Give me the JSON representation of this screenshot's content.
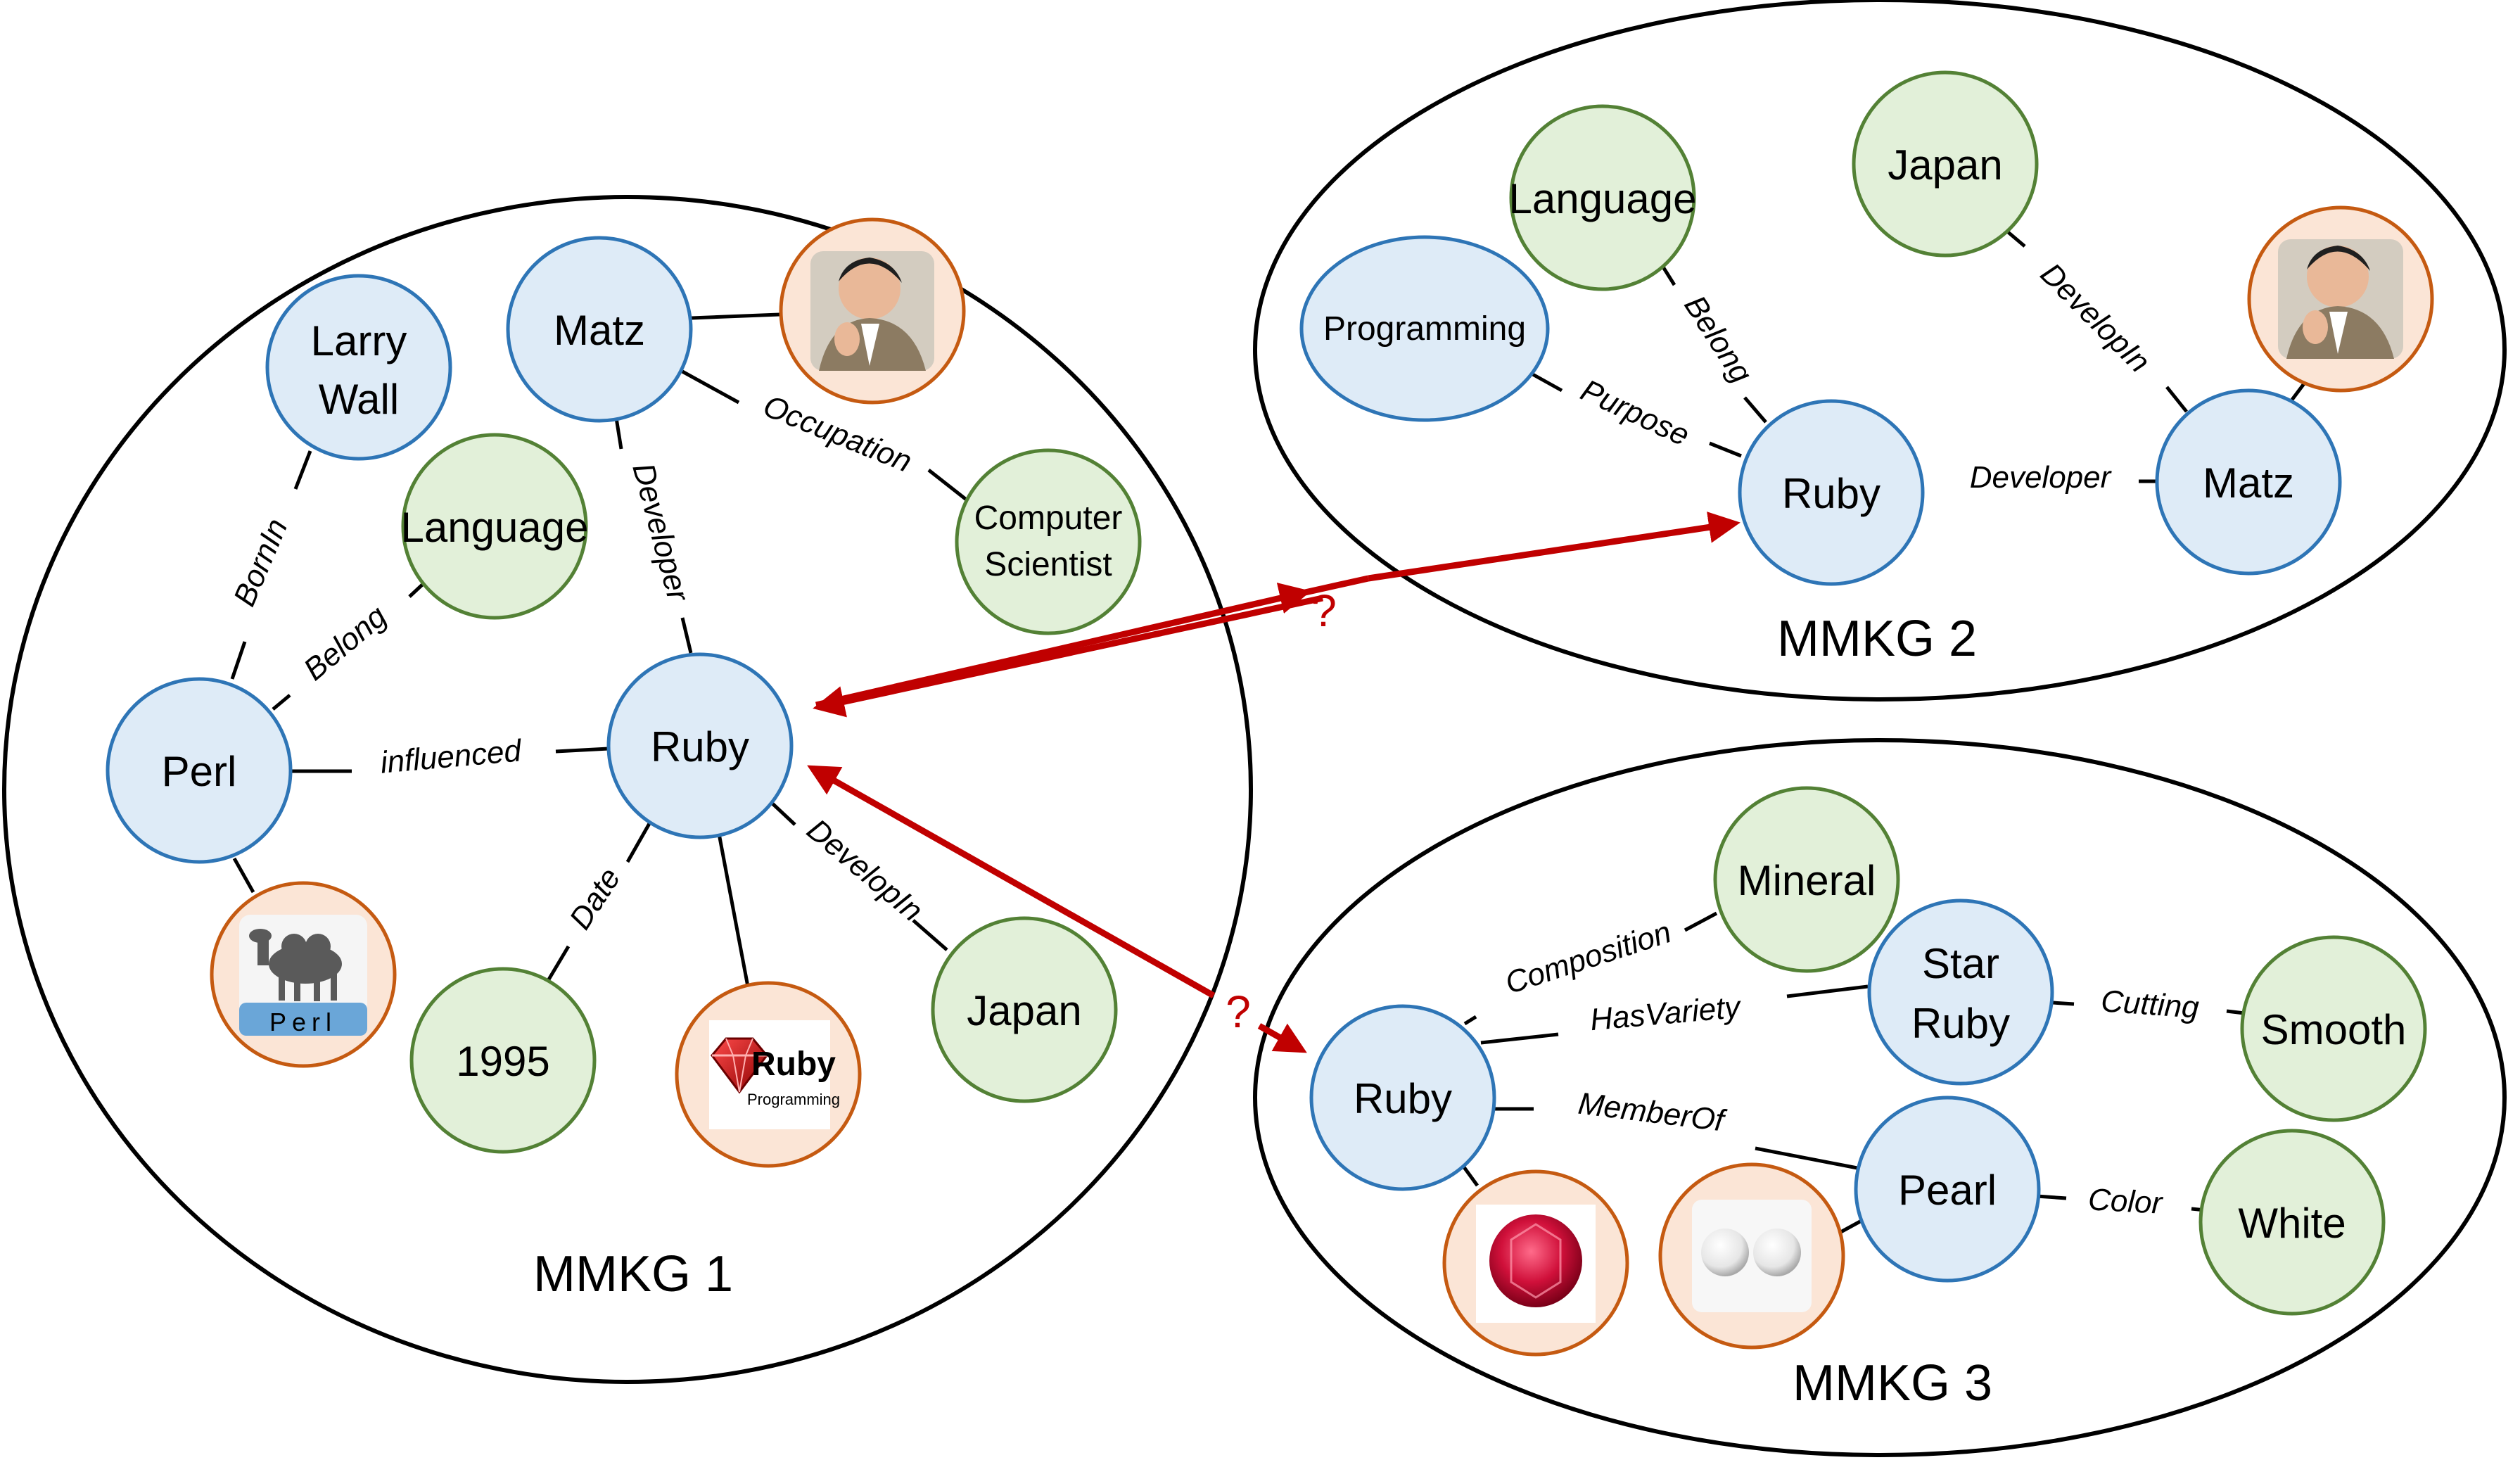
{
  "graphs": {
    "mmkg1": {
      "title": "MMKG 1",
      "nodes": {
        "larry_wall": [
          "Larry",
          "Wall"
        ],
        "matz": "Matz",
        "language": "Language",
        "computer_scientist": [
          "Computer",
          "Scientist"
        ],
        "perl": "Perl",
        "ruby": "Ruby",
        "year": "1995",
        "japan": "Japan"
      },
      "edges": {
        "born_in": "BornIn",
        "belong": "Belong",
        "developer": "Developer",
        "occupation": "Occupation",
        "influenced": "influenced",
        "date": "Date",
        "develop_in": "DevelopIn"
      },
      "images": {
        "perl_logo": "Perl",
        "ruby_logo": [
          "Ruby",
          "Programming"
        ]
      }
    },
    "mmkg2": {
      "title": "MMKG 2",
      "nodes": {
        "language": "Language",
        "japan": "Japan",
        "programming": "Programming",
        "ruby": "Ruby",
        "matz": "Matz"
      },
      "edges": {
        "belong": "Belong",
        "develop_in": "DevelopIn",
        "purpose": "Purpose",
        "developer": "Developer"
      }
    },
    "mmkg3": {
      "title": "MMKG 3",
      "nodes": {
        "mineral": "Mineral",
        "star_ruby": [
          "Star",
          "Ruby"
        ],
        "smooth": "Smooth",
        "ruby": "Ruby",
        "pearl": "Pearl",
        "white": "White"
      },
      "edges": {
        "composition": "Composition",
        "has_variety": "HasVariety",
        "cutting": "Cutting",
        "member_of": "MemberOf",
        "color": "Color"
      }
    }
  },
  "alignment_marks": [
    "?",
    "?"
  ],
  "colors": {
    "entity_fill": "#deebf7",
    "entity_stroke": "#2e75b6",
    "attribute_fill": "#e2f0d9",
    "attribute_stroke": "#538135",
    "image_stroke": "#c55a11",
    "alignment_arrow": "#c00000"
  }
}
